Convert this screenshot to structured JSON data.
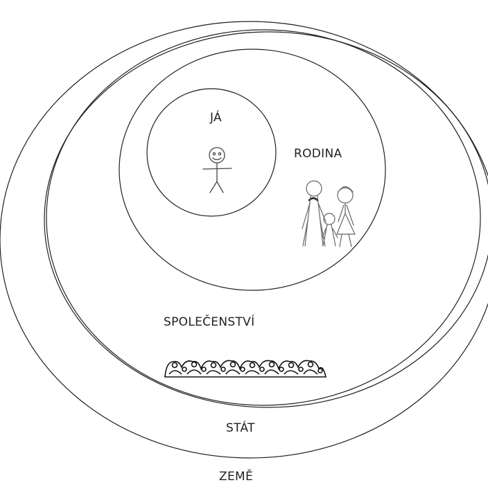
{
  "labels": {
    "ja": "JÁ",
    "rodina": "RODINA",
    "spolecenstvi": "SPOLEČENSTVÍ",
    "stat": "STÁT",
    "zeme": "ZEMĚ"
  },
  "colors": {
    "stroke": "#1f1f1f",
    "background": "#ffffff",
    "figure_stroke": "#555555"
  },
  "icons": [
    "stick-figure-icon",
    "family-icon",
    "crowd-icon"
  ]
}
